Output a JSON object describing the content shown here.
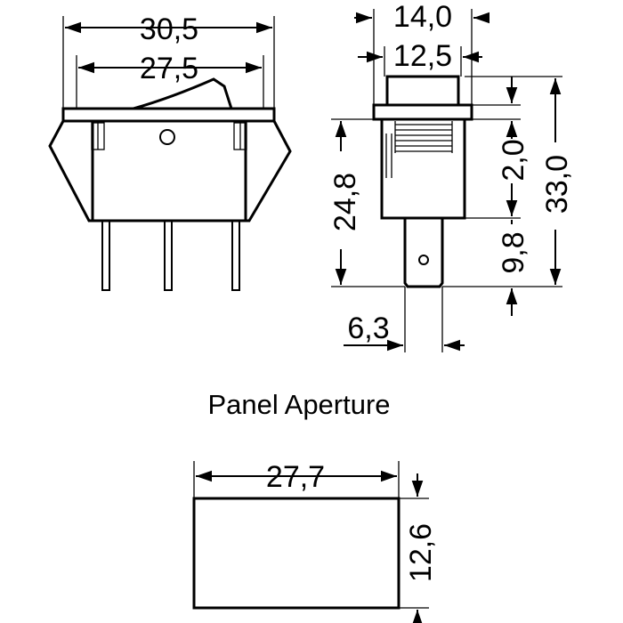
{
  "front_view": {
    "overall_width": "30,5",
    "rocker_width": "27,5"
  },
  "side_view": {
    "overall_depth": "14,0",
    "rocker_depth": "12,5",
    "flange_thickness": "2,0",
    "overall_height": "33,0",
    "body_height": "24,8",
    "terminal_length": "9,8",
    "terminal_width": "6,3"
  },
  "panel_aperture": {
    "title": "Panel Aperture",
    "width": "27,7",
    "height": "12,6"
  },
  "colors": {
    "line": "#000000",
    "background": "#ffffff"
  }
}
